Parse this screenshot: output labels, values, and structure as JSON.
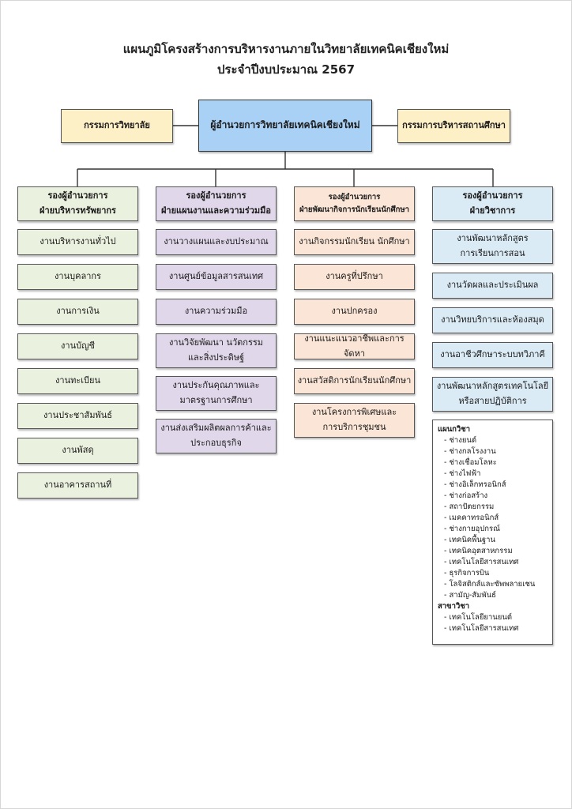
{
  "title_line1": "แผนภูมิโครงสร้างการบริหารงานภายในวิทยาลัยเทคนิคเชียงใหม่",
  "title_line2": "ประจำปีงบประมาณ 2567",
  "top": {
    "left_committee": "กรรมการวิทยาลัย",
    "director": "ผู้อำนวยการวิทยาลัยเทคนิคเชียงใหม่",
    "right_committee": "กรรมการบริหารสถานศึกษา"
  },
  "colors": {
    "yellow": "#fdf0c7",
    "director_blue": "#a9d0f5",
    "green": "#ebf1df",
    "purple": "#e1d7ea",
    "peach": "#fbe5d6",
    "light_blue": "#dbebf5"
  },
  "columns": [
    {
      "head_line1": "รองผู้อำนวยการ",
      "head_line2": "ฝ่ายบริหารทรัพยากร",
      "items": [
        [
          "งานบริหารงานทั่วไป"
        ],
        [
          "งานบุคลากร"
        ],
        [
          "งานการเงิน"
        ],
        [
          "งานบัญชี"
        ],
        [
          "งานทะเบียน"
        ],
        [
          "งานประชาสัมพันธ์"
        ],
        [
          "งานพัสดุ"
        ],
        [
          "งานอาคารสถานที่"
        ]
      ]
    },
    {
      "head_line1": "รองผู้อำนวยการ",
      "head_line2": "ฝ่ายแผนงานและความร่วมมือ",
      "items": [
        [
          "งานวางแผนและงบประมาณ"
        ],
        [
          "งานศูนย์ข้อมูลสารสนเทศ"
        ],
        [
          "งานความร่วมมือ"
        ],
        [
          "งานวิจัยพัฒนา นวัตกรรม",
          "และสิ่งประดิษฐ์"
        ],
        [
          "งานประกันคุณภาพและ",
          "มาตรฐานการศึกษา"
        ],
        [
          "งานส่งเสริมผลิตผลการค้าและ",
          "ประกอบธุรกิจ"
        ]
      ]
    },
    {
      "head_line1": "รองผู้อำนวยการ",
      "head_line2": "ฝ่ายพัฒนากิจการนักเรียนนักศึกษา",
      "items": [
        [
          "งานกิจกรรมนักเรียน นักศึกษา"
        ],
        [
          "งานครูที่ปรึกษา"
        ],
        [
          "งานปกครอง"
        ],
        [
          "งานแนะแนวอาชีพและการจัดหา"
        ],
        [
          "งานสวัสดิการนักเรียนนักศึกษา"
        ],
        [
          "งานโครงการพิเศษและ",
          "การบริการชุมชน"
        ]
      ]
    },
    {
      "head_line1": "รองผู้อำนวยการ",
      "head_line2": "ฝ่ายวิชาการ",
      "items": [
        [
          "งานพัฒนาหลักสูตร",
          "การเรียนการสอน"
        ],
        [
          "งานวัดผลและประเมินผล"
        ],
        [
          "งานวิทยบริการและห้องสมุด"
        ],
        [
          "งานอาชีวศึกษาระบบทวิภาคี"
        ],
        [
          "งานพัฒนาหลักสูตรเทคโนโลยี",
          "หรือสายปฏิบัติการ"
        ]
      ],
      "departments_heading": "แผนกวิชา",
      "departments": [
        "- ช่างยนต์",
        "- ช่างกลโรงงาน",
        "- ช่างเชื่อมโลหะ",
        "- ช่างไฟฟ้า",
        "- ช่างอิเล็กทรอนิกส์",
        "- ช่างก่อสร้าง",
        "- สถาปัตยกรรม",
        "- เมคคาทรอนิกส์",
        "- ช่างกายอุปกรณ์",
        "- เทคนิคพื้นฐาน",
        "- เทคนิคอุตสาหกรรม",
        "- เทคโนโลยีสารสนเทศ",
        "- ธุรกิจการบิน",
        "- โลจิสติกส์และซัพพลายเชน",
        "- สามัญ-สัมพันธ์"
      ],
      "branches_heading": "สาขาวิชา",
      "branches": [
        "- เทคโนโลยียานยนต์",
        "- เทคโนโลยีสารสนเทศ"
      ]
    }
  ]
}
